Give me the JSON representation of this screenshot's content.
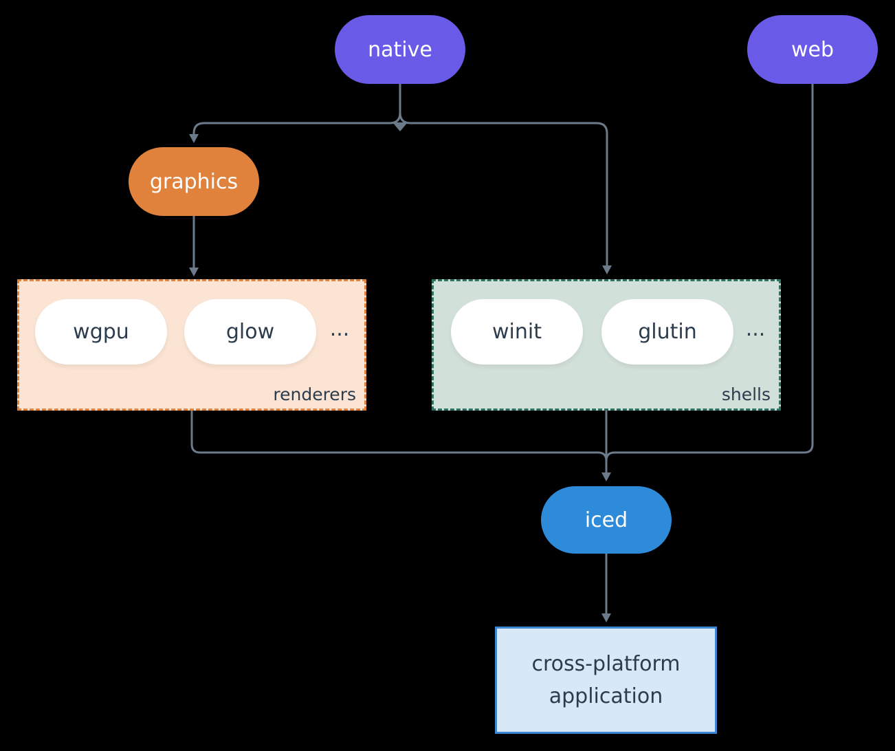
{
  "nodes": {
    "native": {
      "label": "native",
      "color": "#6A5AE8"
    },
    "web": {
      "label": "web",
      "color": "#6A5AE8"
    },
    "graphics": {
      "label": "graphics",
      "color": "#E0813C"
    },
    "iced": {
      "label": "iced",
      "color": "#2E8BD9"
    },
    "application": {
      "label": "cross-platform application",
      "background": "#D7E8F7",
      "border_color": "#3D87D4"
    }
  },
  "groups": {
    "renderers": {
      "label": "renderers",
      "items": [
        "wgpu",
        "glow"
      ],
      "ellipsis": "...",
      "background": "#FBE4D4",
      "border_color": "#E0813C"
    },
    "shells": {
      "label": "shells",
      "items": [
        "winit",
        "glutin"
      ],
      "ellipsis": "...",
      "background": "#D2E0DA",
      "border_color": "#2C7162"
    }
  },
  "colors": {
    "canvas_background": "#000000",
    "connector": "#6C7B8A",
    "pill_text_light": "#FFFFFF",
    "text_dark": "#2D3C4C",
    "item_pill_background": "#FFFFFF"
  }
}
